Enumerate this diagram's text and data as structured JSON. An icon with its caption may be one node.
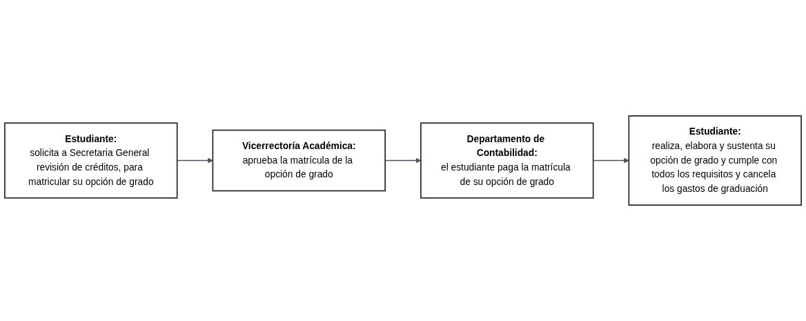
{
  "diagram": {
    "nodes": [
      {
        "text": [
          "Estudiante:",
          "solicita a Secretaria General revisión de créditos, para matricular su opción de grado"
        ]
      },
      {
        "text": [
          "Vicerrectoría Académica:",
          "aprueba la matrícula de la opción de grado"
        ]
      },
      {
        "text": [
          "Departamento de Contabilidad:",
          "el estudiante paga la matrícula de su opción de grado"
        ]
      },
      {
        "text": [
          "Estudiante:",
          "realiza, elabora y sustenta su opción de grado y cumple con todos los requisitos y cancela los gastos de graduación"
        ]
      }
    ],
    "edges": [
      {
        "from": 0,
        "to": 1,
        "arrow": "to"
      },
      {
        "from": 1,
        "to": 2,
        "arrow": "to"
      },
      {
        "from": 2,
        "to": 3,
        "arrow": "to"
      }
    ]
  }
}
